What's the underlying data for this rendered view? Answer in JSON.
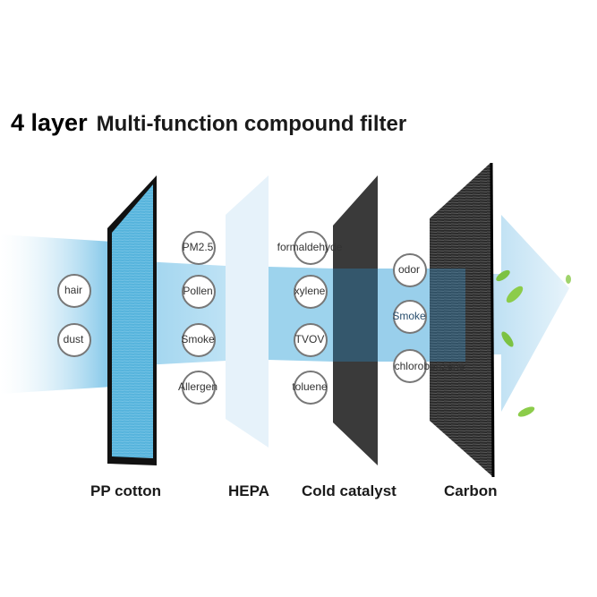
{
  "title": {
    "main": "4 layer",
    "subtitle": "Multi-function compound filter"
  },
  "layers": [
    {
      "name": "PP cotton",
      "color": "#4fb0d8",
      "particles": [
        "hair",
        "dust"
      ]
    },
    {
      "name": "HEPA",
      "color": "#e4f1fa",
      "particles": [
        "PM2.5",
        "Pollen",
        "Smoke",
        "Allergen"
      ]
    },
    {
      "name": "Cold catalyst",
      "color": "#3a3a3a",
      "particles": [
        "formaldehyde",
        "xylene",
        "TVOV",
        "toluene"
      ]
    },
    {
      "name": "Carbon",
      "color": "#2b2b2b",
      "particles": [
        "odor",
        "Smoke",
        "chlorobenzene"
      ]
    }
  ],
  "colors": {
    "airflow": "#8ccbea",
    "arrow": "#cfe7f5",
    "leaf": "#7cc242"
  }
}
